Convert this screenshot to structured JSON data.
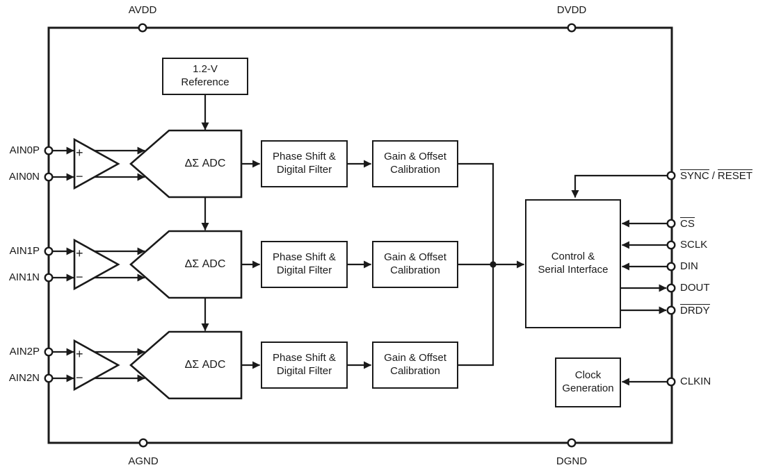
{
  "blocks": {
    "reference": "1.2-V\nReference",
    "adc": "ΔΣ ADC",
    "phase_filter": "Phase Shift &\nDigital Filter",
    "gain_offset": "Gain & Offset\nCalibration",
    "control": "Control &\nSerial Interface",
    "clock": "Clock\nGeneration"
  },
  "amp": {
    "plus": "+",
    "minus": "−"
  },
  "power_pins": {
    "avdd": "AVDD",
    "dvdd": "DVDD",
    "agnd": "AGND",
    "dgnd": "DGND"
  },
  "analog_inputs": [
    {
      "p": "AIN0P",
      "n": "AIN0N"
    },
    {
      "p": "AIN1P",
      "n": "AIN1N"
    },
    {
      "p": "AIN2P",
      "n": "AIN2N"
    }
  ],
  "digital_pins": {
    "sync": "SYNC",
    "separator": "/",
    "reset": "RESET",
    "cs": "CS",
    "sclk": "SCLK",
    "din": "DIN",
    "dout": "DOUT",
    "drdy": "DRDY",
    "clkin": "CLKIN"
  },
  "colors": {
    "line": "#1a1a1a",
    "background": "#ffffff"
  }
}
